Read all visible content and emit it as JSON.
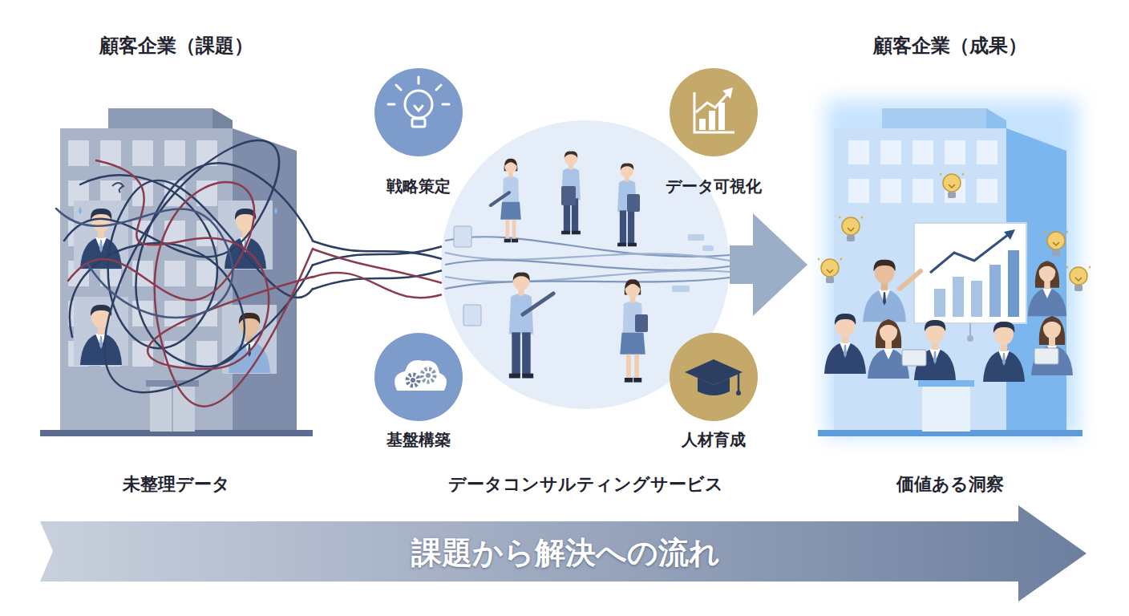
{
  "diagram": {
    "nodes": [
      {
        "text": [
          "顧客企業（課題）",
          "未整理データ"
        ]
      },
      {
        "text": [
          "データコンサルティングサービス"
        ]
      },
      {
        "text": [
          "戦略策定"
        ]
      },
      {
        "text": [
          "データ可視化"
        ]
      },
      {
        "text": [
          "基盤構築"
        ]
      },
      {
        "text": [
          "人材育成"
        ]
      },
      {
        "text": [
          "顧客企業（成果）",
          "価値ある洞察"
        ]
      },
      {
        "text": [
          "課題から解決への流れ"
        ]
      }
    ],
    "edges": [
      {
        "from": 0,
        "to": 1,
        "arrow": "none"
      },
      {
        "from": 1,
        "to": 6,
        "arrow": "to"
      }
    ]
  }
}
